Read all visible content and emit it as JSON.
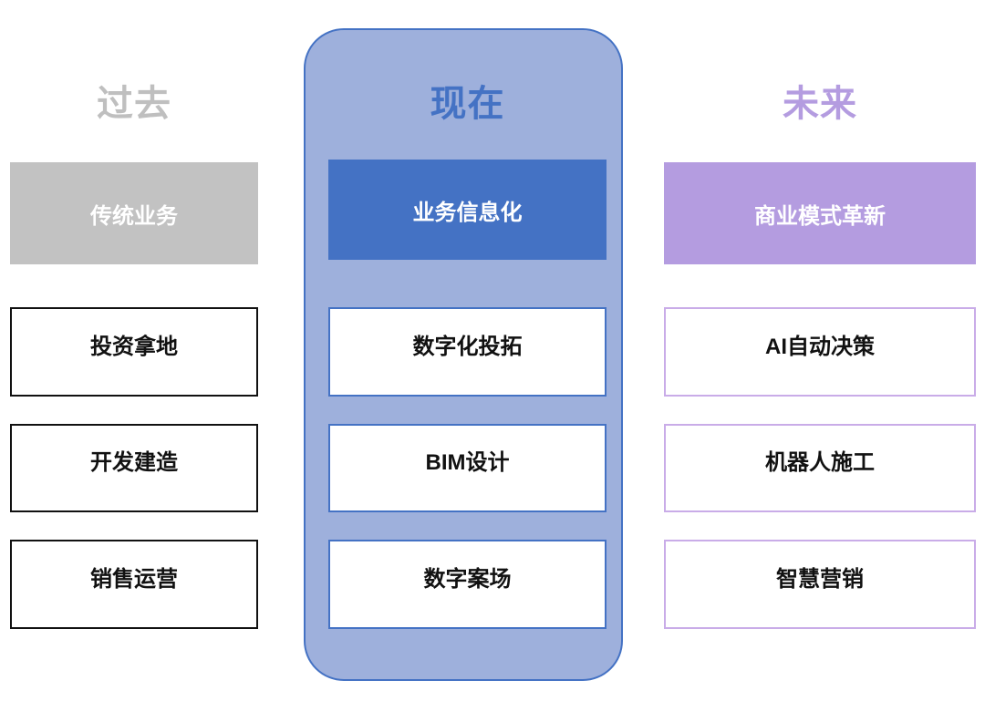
{
  "diagram": {
    "title_implicit": "",
    "columns": [
      {
        "key": "past",
        "heading": "过去",
        "banner": "传统业务",
        "items": [
          "投资拿地",
          "开发建造",
          "销售运营"
        ],
        "heading_color": "#BFBFBF",
        "banner_color": "#C2C2C2",
        "box_border_color": "#111111"
      },
      {
        "key": "present",
        "heading": "现在",
        "banner": "业务信息化",
        "items": [
          "数字化投拓",
          "BIM设计",
          "数字案场"
        ],
        "heading_color": "#4472C4",
        "banner_color": "#4472C4",
        "box_border_color": "#4472C4",
        "panel_fill_color": "#9EB0DC",
        "panel_border_color": "#4472C4",
        "highlighted": true
      },
      {
        "key": "future",
        "heading": "未来",
        "banner": "商业模式革新",
        "items": [
          "AI自动决策",
          "机器人施工",
          "智慧营销"
        ],
        "heading_color": "#B49CE0",
        "banner_color": "#B49CE0",
        "box_border_color": "#C9ACE8"
      }
    ]
  }
}
